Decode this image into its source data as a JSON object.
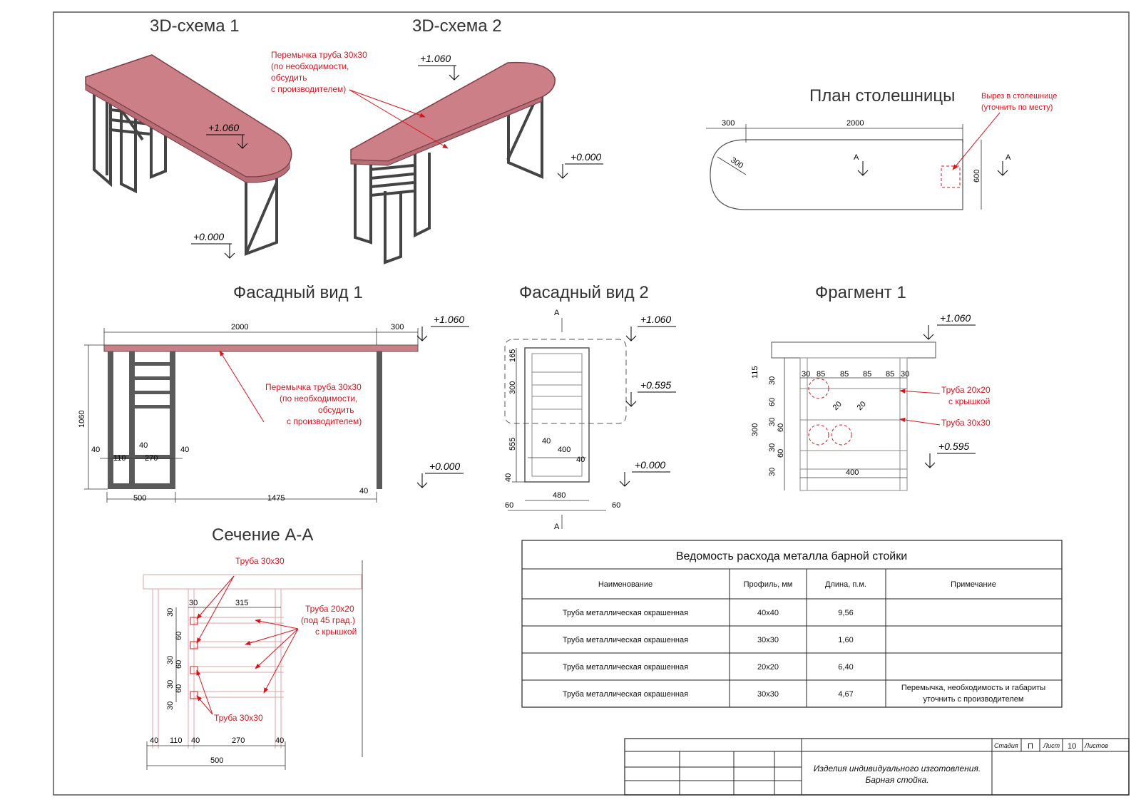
{
  "titles": {
    "scheme1": "3D-схема 1",
    "scheme2": "3D-схема 2",
    "plan": "План столешницы",
    "facade1": "Фасадный вид 1",
    "facade2": "Фасадный вид 2",
    "fragment": "Фрагмент 1",
    "section": "Сечение А-А"
  },
  "levels": {
    "top": "+1.060",
    "zero": "+0.000",
    "mid": "+0.595"
  },
  "notes": {
    "jumper": [
      "Перемычка труба 30х30",
      "(по необходимости,",
      "обсудить",
      "с производителем)"
    ],
    "cutout": [
      "Вырез в столешнице",
      "(уточнить по месту)"
    ],
    "pipe20": [
      "Труба 20х20",
      "с крышкой"
    ],
    "pipe30": "Труба 30х30",
    "pipe20_45": [
      "Труба 20х20",
      "(под 45 град.)",
      "с крышкой"
    ]
  },
  "dims": {
    "plan": {
      "left": "300",
      "length": "2000",
      "radius": "300",
      "width": "600",
      "section": "А"
    },
    "facade1": {
      "top_length": "2000",
      "top_over": "300",
      "height": "1060",
      "post_a": "40",
      "gap_a": "110",
      "mid_post": "40",
      "inner": "270",
      "post_c": "40",
      "base_left": "500",
      "base_right": "1475",
      "post_right": "40"
    },
    "facade2": {
      "h1": "165",
      "h2": "300",
      "h3": "555",
      "h4": "40",
      "w_inner": "400",
      "p_left": "40",
      "p_right": "40",
      "w_outer": "480",
      "m_left": "60",
      "m_right": "60",
      "section": "А"
    },
    "fragment": {
      "top": "30",
      "s1": "85",
      "s2": "85",
      "s3": "85",
      "s4": "85",
      "end": "30",
      "h_top": "115",
      "h_total": "300",
      "rows": [
        "30",
        "60",
        "30",
        "60",
        "30",
        "60",
        "30"
      ],
      "width": "400",
      "diag1": "20",
      "diag2": "20"
    },
    "section": {
      "top": "30",
      "span": "315",
      "rows": [
        "30",
        "60",
        "30",
        "60",
        "30",
        "60",
        "30"
      ],
      "b1": "40",
      "b2": "110",
      "b3": "40",
      "b4": "270",
      "b5": "40",
      "total": "500"
    }
  },
  "table": {
    "title": "Ведомость расхода металла барной стойки",
    "headers": [
      "Наименование",
      "Профиль, мм",
      "Длина, п.м.",
      "Примечание"
    ],
    "rows": [
      {
        "name": "Труба металлическая окрашенная",
        "profile": "40х40",
        "length": "9,56",
        "note1": "",
        "note2": ""
      },
      {
        "name": "Труба металлическая окрашенная",
        "profile": "30х30",
        "length": "1,60",
        "note1": "",
        "note2": ""
      },
      {
        "name": "Труба металлическая окрашенная",
        "profile": "20х20",
        "length": "6,40",
        "note1": "",
        "note2": ""
      },
      {
        "name": "Труба металлическая окрашенная",
        "profile": "30х30",
        "length": "4,67",
        "note1": "Перемычка, необходимость и габариты",
        "note2": "уточнить с производителем"
      }
    ]
  },
  "stamp": {
    "stage_label": "Стадия",
    "stage": "П",
    "sheet_label": "Лист",
    "sheet": "10",
    "sheets_label": "Листов",
    "desc1": "Изделия индивидуального изготовления.",
    "desc2": "Барная стойка."
  },
  "colors": {
    "accent": "#d6151b",
    "top": "#cc7f87",
    "frame": "#4a4a4a",
    "table_line": "#222222"
  }
}
